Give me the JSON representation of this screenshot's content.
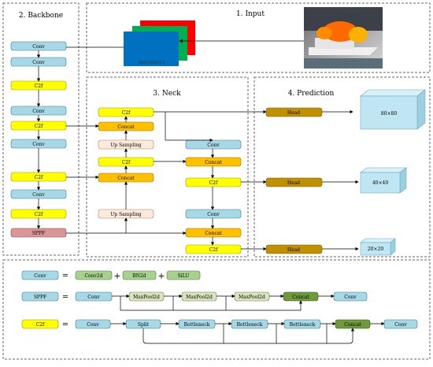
{
  "sections": {
    "backbone": "2. Backbone",
    "input": "1. Input",
    "neck": "3. Neck",
    "prediction": "4. Prediction"
  },
  "input": {
    "size_label": "640×640×3",
    "photo_desc_icon": "burning-ship-photo"
  },
  "backbone": {
    "blocks": [
      "Conv",
      "Conv",
      "C2f",
      "Conv",
      "C2f",
      "Conv",
      "C2f",
      "Conv",
      "C2f",
      "SPPF"
    ]
  },
  "neck": {
    "left": [
      "C2f",
      "Concat",
      "Up Sampling",
      "C2f",
      "Concat",
      "Up Sampling"
    ],
    "right": [
      "Conv",
      "Concat",
      "C2f",
      "Conv",
      "Concat",
      "C2f"
    ]
  },
  "prediction": {
    "heads": [
      "Head",
      "Head",
      "Head"
    ],
    "outputs": [
      "80×80",
      "40×40",
      "20×20"
    ]
  },
  "legend": {
    "conv_row": {
      "key": "Conv",
      "eq": "=",
      "items": [
        "Conv2d",
        "BN2d",
        "SiLU"
      ],
      "plus": "+"
    },
    "sppf_row": {
      "key": "SPPF",
      "eq": "=",
      "items": [
        "Conv",
        "MaxPool2d",
        "MaxPool2d",
        "MaxPool2d",
        "Concat",
        "Conv"
      ]
    },
    "c2f_row": {
      "key": "C2f",
      "eq": "=",
      "items": [
        "Conv",
        "Split",
        "Bottleneck",
        "Bottleneck",
        "Bottleneck",
        "Concat",
        "Conv"
      ]
    }
  },
  "colors": {
    "conv": "#a7d8e6",
    "c2f": "#ffff00",
    "concat": "#ffc000",
    "upsample": "#fdeada",
    "sppf": "#da9694",
    "head": "#c09000",
    "green": "#a9d18e",
    "dark_green": "#6f9a3c",
    "output_cube": "#bfe6f2"
  }
}
